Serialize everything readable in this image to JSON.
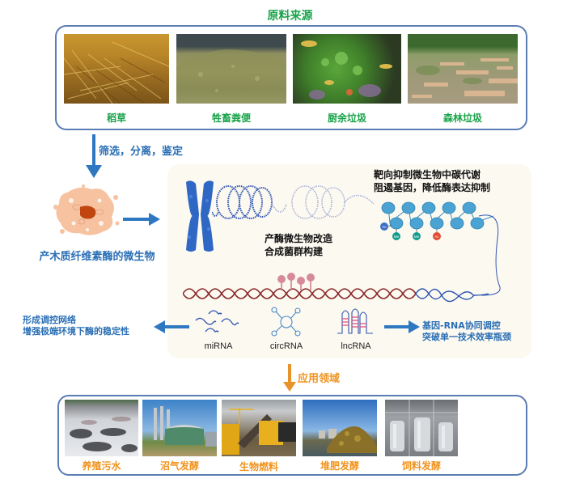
{
  "sources": {
    "title": "原料来源",
    "items": [
      {
        "label": "稻草",
        "icon": "straw-photo"
      },
      {
        "label": "牲畜粪便",
        "icon": "livestock-manure-photo"
      },
      {
        "label": "厨余垃圾",
        "icon": "kitchen-waste-photo"
      },
      {
        "label": "森林垃圾",
        "icon": "forest-waste-photo"
      }
    ]
  },
  "screening": {
    "label": "筛选，分离，鉴定"
  },
  "microbe": {
    "label": "产木质纤维素酶的微生物"
  },
  "center": {
    "modify_label_line1": "产酶微生物改造",
    "modify_label_line2": "合成菌群构建",
    "target_label_line1": "靶向抑制微生物中碳代谢",
    "target_label_line2": "阻遏基因，降低酶表达抑制",
    "marks": [
      "Ac",
      "Me",
      "Me",
      "Ac"
    ],
    "rna": [
      {
        "label": "miRNA"
      },
      {
        "label": "circRNA"
      },
      {
        "label": "lncRNA"
      }
    ]
  },
  "left_outcome": {
    "line1": "形成调控网络",
    "line2": "增强极端环境下酶的稳定性"
  },
  "right_outcome": {
    "line1": "基因-RNA协同调控",
    "line2": "突破单一技术效率瓶颈"
  },
  "applications": {
    "title": "应用领域",
    "items": [
      {
        "label": "养殖污水",
        "icon": "aquaculture-wastewater-photo"
      },
      {
        "label": "沼气发酵",
        "icon": "biogas-plant-photo"
      },
      {
        "label": "生物燃料",
        "icon": "biofuel-plant-photo"
      },
      {
        "label": "堆肥发酵",
        "icon": "compost-pile-photo"
      },
      {
        "label": "饲料发酵",
        "icon": "feed-fermenter-photo"
      }
    ]
  },
  "colors": {
    "green": "#1aa34a",
    "orange": "#f0931e",
    "blue": "#2a6fb5",
    "box_border": "#5a7db5"
  }
}
